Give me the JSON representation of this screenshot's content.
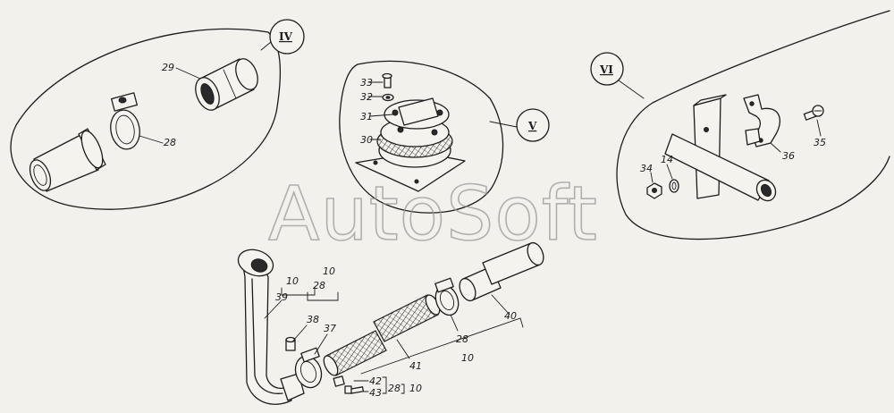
{
  "watermark": "AutoSoft",
  "callouts": {
    "detail_iv": "IV",
    "detail_v": "V",
    "detail_vi": "VI"
  },
  "parts": {
    "p28a": "28",
    "p29": "29",
    "p30": "30",
    "p31": "31",
    "p32": "32",
    "p33": "33",
    "p34": "34",
    "p14": "14",
    "p35": "35",
    "p36": "36",
    "p39": "39",
    "p38": "38",
    "p37": "37",
    "p41": "41",
    "p28b": "28",
    "p40": "40",
    "p42": "42",
    "p43": "43",
    "g10a": "10",
    "g10b": "10",
    "g28": "28",
    "g10c": "10",
    "g28b": "28",
    "g10d": "10"
  }
}
